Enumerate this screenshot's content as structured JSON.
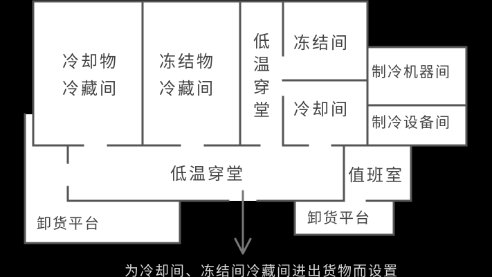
{
  "rooms": {
    "cooling_storage": [
      "冷却物",
      "冷藏间"
    ],
    "frozen_storage": [
      "冻结物",
      "冷藏间"
    ],
    "low_temp_corridor_vertical": "低温穿堂",
    "freezing_room": "冻结间",
    "cooling_room": "冷却间",
    "refrigeration_machine_room": "制冷机器间",
    "refrigeration_equipment_room": "制冷设备间",
    "low_temp_corridor": "低温穿堂",
    "duty_room": "值班室",
    "unloading_platform_left": "卸货平台",
    "unloading_platform_right": "卸货平台"
  },
  "annotation": "为冷却间、冻结间冷藏间进出货物而设置",
  "colors": {
    "background": "#000000",
    "room_fill": "#ffffff",
    "wall": "#555555",
    "text": "#444444",
    "annotation": "#d8d8d8"
  }
}
